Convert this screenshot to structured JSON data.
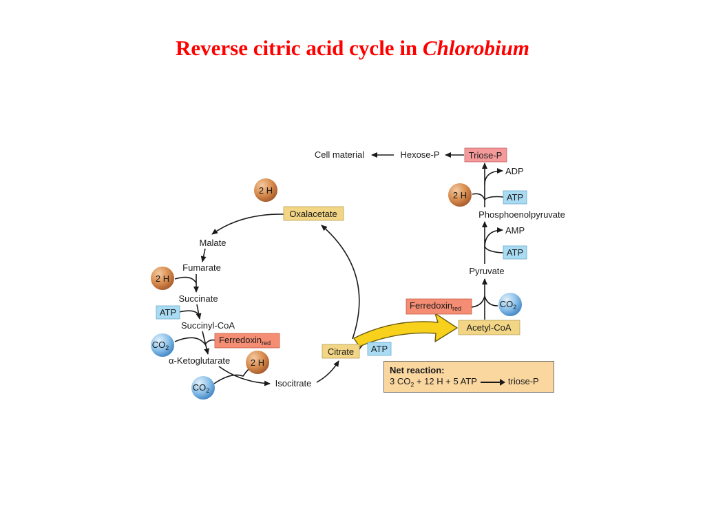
{
  "title": {
    "main": "Reverse citric acid cycle in ",
    "organism": "Chlorobium"
  },
  "colors": {
    "title": "#ff0000",
    "yellow_box": "#f2d585",
    "blue_box": "#a9dcf3",
    "pink_box": "#f49a9a",
    "salmon_box": "#f48d73",
    "net_box": "#fbd7a0",
    "big_arrow": "#f7d11c",
    "h_ball": "#c77a3e",
    "co2_ball": "#5b9bd3"
  },
  "cycle": {
    "oxalacetate": "Oxalacetate",
    "malate": "Malate",
    "fumarate": "Fumarate",
    "succinate": "Succinate",
    "succinyl_coa": "Succinyl-CoA",
    "alpha": "α",
    "ketoglutarate": "-Ketoglutarate",
    "isocitrate": "Isocitrate",
    "citrate": "Citrate",
    "atp": "ATP",
    "two_h": "2 H",
    "co2_base": "CO",
    "co2_sub": "2",
    "ferredoxin": "Ferredoxin",
    "ferredoxin_sub": "red"
  },
  "pathway": {
    "cell_material": "Cell material",
    "hexose_p": "Hexose-P",
    "triose_p": "Triose-P",
    "adp": "ADP",
    "atp": "ATP",
    "pep": "Phosphoenolpyruvate",
    "amp": "AMP",
    "pyruvate": "Pyruvate",
    "acetyl_coa": "Acetyl-CoA"
  },
  "net_reaction": {
    "title": "Net reaction:",
    "lhs_1": "3 CO",
    "lhs_sub": "2",
    "lhs_2": " + 12 H + 5 ATP",
    "rhs": "triose-P"
  }
}
